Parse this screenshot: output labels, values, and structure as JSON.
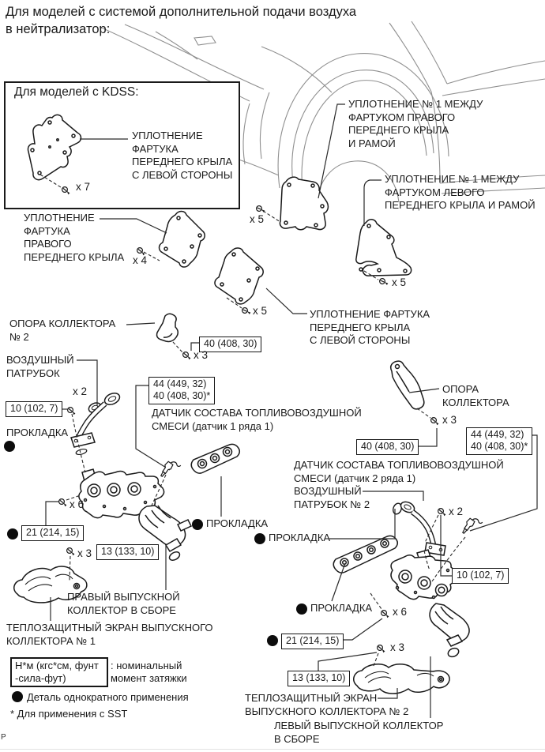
{
  "page": {
    "header": "Для моделей с системой дополнительной подачи воздуха\nв нейтрализатор:",
    "page_marker": "P"
  },
  "kdss": {
    "title": "Для моделей с KDSS:",
    "seal_label": "УПЛОТНЕНИЕ\nФАРТУКА\nПЕРЕДНЕГО КРЫЛА\nС ЛЕВОЙ СТОРОНЫ"
  },
  "labels": {
    "seal_no1_right": "УПЛОТНЕНИЕ № 1 МЕЖДУ\nФАРТУКОМ ПРАВОГО\nПЕРЕДНЕГО КРЫЛА\nИ РАМОЙ",
    "seal_no1_left": "УПЛОТНЕНИЕ № 1 МЕЖДУ\nФАРТУКОМ ЛЕВОГО\nПЕРЕДНЕГО КРЫЛА И РАМОЙ",
    "seal_right_fender": "УПЛОТНЕНИЕ\nФАРТУКА\nПРАВОГО\nПЕРЕДНЕГО КРЫЛА",
    "seal_left_fender": "УПЛОТНЕНИЕ ФАРТУКА\nПЕРЕДНЕГО КРЫЛА\nС ЛЕВОЙ СТОРОНЫ",
    "manifold_support_no2": "ОПОРА КОЛЛЕКТОРА\n№ 2",
    "manifold_support": "ОПОРА\nКОЛЛЕКТОРА",
    "air_tube": "ВОЗДУШНЫЙ\nПАТРУБОК",
    "air_tube_no2": "ВОЗДУШНЫЙ\nПАТРУБОК № 2",
    "gasket": "ПРОКЛАДКА",
    "afr_sensor_1": "ДАТЧИК СОСТАВА ТОПЛИВОВОЗДУШНОЙ\nСМЕСИ (датчик 1 ряда 1)",
    "afr_sensor_2": "ДАТЧИК СОСТАВА ТОПЛИВОВОЗДУШНОЙ\nСМЕСИ (датчик 2 ряда 1)",
    "right_exhaust_manifold": "ПРАВЫЙ ВЫПУСКНОЙ\nКОЛЛЕКТОР В СБОРЕ",
    "left_exhaust_manifold": "ЛЕВЫЙ ВЫПУСКНОЙ КОЛЛЕКТОР\nВ СБОРЕ",
    "heat_shield_no1": "ТЕПЛОЗАЩИТНЫЙ ЭКРАН ВЫПУСКНОГО\nКОЛЛЕКТОРА № 1",
    "heat_shield_no2": "ТЕПЛОЗАЩИТНЫЙ ЭКРАН\nВЫПУСКНОГО КОЛЛЕКТОРА № 2"
  },
  "torque": {
    "t40": "40 (408, 30)",
    "t44_40": "44 (449, 32)\n40 (408, 30)*",
    "t10": "10 (102, 7)",
    "t21": "21 (214, 15)",
    "t13": "13 (133, 10)"
  },
  "counts": {
    "x2": "x 2",
    "x3": "x 3",
    "x4": "x 4",
    "x5": "x 5",
    "x6": "x 6",
    "x7": "x 7"
  },
  "legend": {
    "units_box": "Н*м (кгс*см, фунт\n-сила-фут)",
    "units_meaning": ": номинальный\nмомент затяжки",
    "single_use_note": "Деталь однократного применения",
    "sst_note": "* Для применения с SST"
  },
  "icons": {
    "single_use_dot": "filled-circle",
    "bolt": "screw-bolt",
    "sensor": "oxygen-sensor-plug"
  },
  "colors": {
    "line_art": "#1a1a1a",
    "car_outline": "#8f8f8f",
    "background": "#ffffff"
  }
}
